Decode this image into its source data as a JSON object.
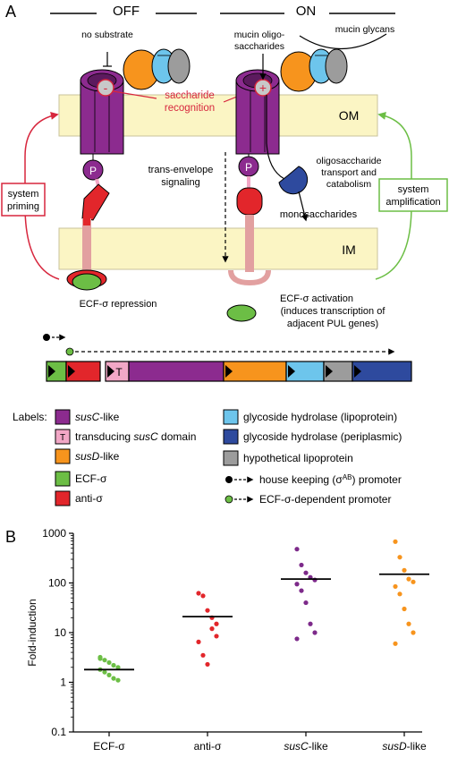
{
  "panelA": {
    "letter": "A",
    "off_header": "OFF",
    "on_header": "ON",
    "no_substrate": "no substrate",
    "mucin_oligo_line1": "mucin oligo-",
    "mucin_oligo_line2": "saccharides",
    "mucin_glycans": "mucin glycans",
    "minus_sign": "-",
    "plus_sign": "+",
    "saccharide_line1": "saccharide",
    "saccharide_line2": "recognition",
    "om_label": "OM",
    "im_label": "IM",
    "p_label_left": "P",
    "p_label_right": "P",
    "trans_envelope_line1": "trans-envelope",
    "trans_envelope_line2": "signaling",
    "oligo_line1": "oligosaccharide",
    "oligo_line2": "transport and",
    "oligo_line3": "catabolism",
    "monosaccharides": "monosaccharides",
    "system_priming_line1": "system",
    "system_priming_line2": "priming",
    "system_amp_line1": "system",
    "system_amp_line2": "amplification",
    "ecf_repression": "ECF-σ repression",
    "ecf_activation_line1": "ECF-σ activation",
    "ecf_activation_line2": "(induces transcription of",
    "ecf_activation_line3": "adjacent PUL genes)",
    "gene_T": "T",
    "colors": {
      "susC": "#8c2b8f",
      "transducing": "#f2a7c6",
      "susD": "#f7941d",
      "ecf": "#6cbe45",
      "antisigma": "#e2262b",
      "gh_lipo": "#6dc5ec",
      "gh_peri": "#2e4a9e",
      "hypo": "#9c9c9c",
      "membrane": "#fbf5c4",
      "priming": "#d7263d",
      "amp": "#6cbe45"
    }
  },
  "legend": {
    "title": "Labels:",
    "susC_pre": "",
    "susC_it": "susC",
    "susC_post": "-like",
    "transducing_pre": "transducing ",
    "transducing_it": "susC",
    "transducing_post": " domain",
    "susD_pre": "",
    "susD_it": "susD",
    "susD_post": "-like",
    "ecf": "ECF-σ",
    "antisigma": "anti-σ",
    "gh_lipo": "glycoside hydrolase (lipoprotein)",
    "gh_peri": "glycoside hydrolase (periplasmic)",
    "hypo": "hypothetical lipoprotein",
    "hk_promoter_pre": "house keeping (σ",
    "hk_promoter_sup": "AB",
    "hk_promoter_post": ") promoter",
    "ecf_promoter": "ECF-σ-dependent promoter",
    "T": "T"
  },
  "panelB": {
    "letter": "B"
  },
  "chart_data": {
    "type": "scatter",
    "ylabel": "Fold-induction",
    "yscale": "log",
    "ylim": [
      0.1,
      1000
    ],
    "yticks": [
      "1000",
      "100",
      "10",
      "1",
      "0.1"
    ],
    "ytick_values": [
      1000,
      100,
      10,
      1,
      0.1
    ],
    "categories": [
      "ECF-σ",
      "anti-σ",
      "susC-like",
      "susD-like"
    ],
    "category_italic_part": [
      "",
      "",
      "susC",
      "susD"
    ],
    "category_suffix": [
      "",
      "",
      "-like",
      "-like"
    ],
    "series": [
      {
        "category": "ECF-σ",
        "color": "#6cbe45",
        "mean": 1.8,
        "values": [
          3.2,
          2.8,
          2.5,
          2.2,
          2.0,
          1.8,
          1.6,
          1.4,
          1.2,
          1.1,
          3.0
        ]
      },
      {
        "category": "anti-σ",
        "color": "#e2262b",
        "mean": 21,
        "values": [
          62,
          55,
          28,
          12,
          8.5,
          6.5,
          3.5,
          2.3,
          20,
          15
        ]
      },
      {
        "category": "susC-like",
        "color": "#7d2a8a",
        "mean": 120,
        "values": [
          480,
          230,
          160,
          130,
          115,
          95,
          70,
          40,
          15,
          10,
          7.5
        ]
      },
      {
        "category": "susD-like",
        "color": "#f7941d",
        "mean": 150,
        "values": [
          680,
          330,
          180,
          120,
          105,
          85,
          60,
          30,
          15,
          10,
          6.0
        ]
      }
    ]
  }
}
